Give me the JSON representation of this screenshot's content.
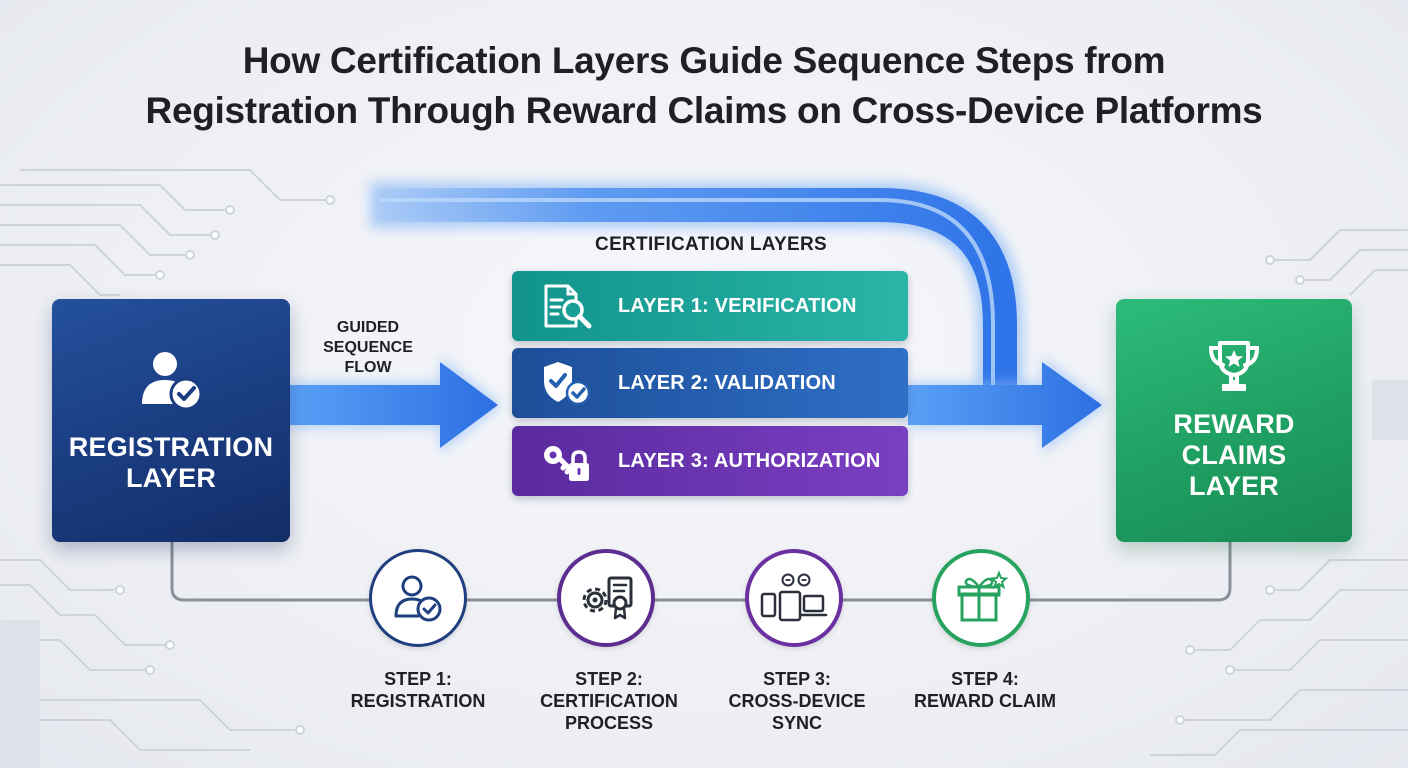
{
  "title": {
    "line1": "How Certification Layers Guide Sequence Steps from",
    "line2": "Registration Through Reward Claims on Cross-Device Platforms"
  },
  "registration_box": {
    "line1": "REGISTRATION",
    "line2": "LAYER",
    "icon": "user-check-icon"
  },
  "flow_label": {
    "line1": "GUIDED",
    "line2": "SEQUENCE",
    "line3": "FLOW"
  },
  "certification": {
    "heading": "CERTIFICATION LAYERS",
    "layers": [
      {
        "label": "LAYER 1: VERIFICATION",
        "icon": "document-search-icon",
        "color": "#1fa79b"
      },
      {
        "label": "LAYER 2: VALIDATION",
        "icon": "shield-check-icon",
        "color": "#245fb0"
      },
      {
        "label": "LAYER 3: AUTHORIZATION",
        "icon": "key-lock-icon",
        "color": "#6a34b0"
      }
    ]
  },
  "reward_box": {
    "line1": "REWARD",
    "line2": "CLAIMS",
    "line3": "LAYER",
    "icon": "trophy-icon"
  },
  "steps": [
    {
      "line1": "STEP 1:",
      "line2": "REGISTRATION",
      "line3": "",
      "icon": "user-check-icon",
      "color": "#1f3f7e"
    },
    {
      "line1": "STEP 2:",
      "line2": "CERTIFICATION",
      "line3": "PROCESS",
      "icon": "gear-certificate-icon",
      "color": "#5c2d91"
    },
    {
      "line1": "STEP 3:",
      "line2": "CROSS-DEVICE",
      "line3": "SYNC",
      "icon": "devices-sync-icon",
      "color": "#6a2fa0"
    },
    {
      "line1": "STEP 4:",
      "line2": "REWARD CLAIM",
      "line3": "",
      "icon": "gift-icon",
      "color": "#27a35f"
    }
  ]
}
